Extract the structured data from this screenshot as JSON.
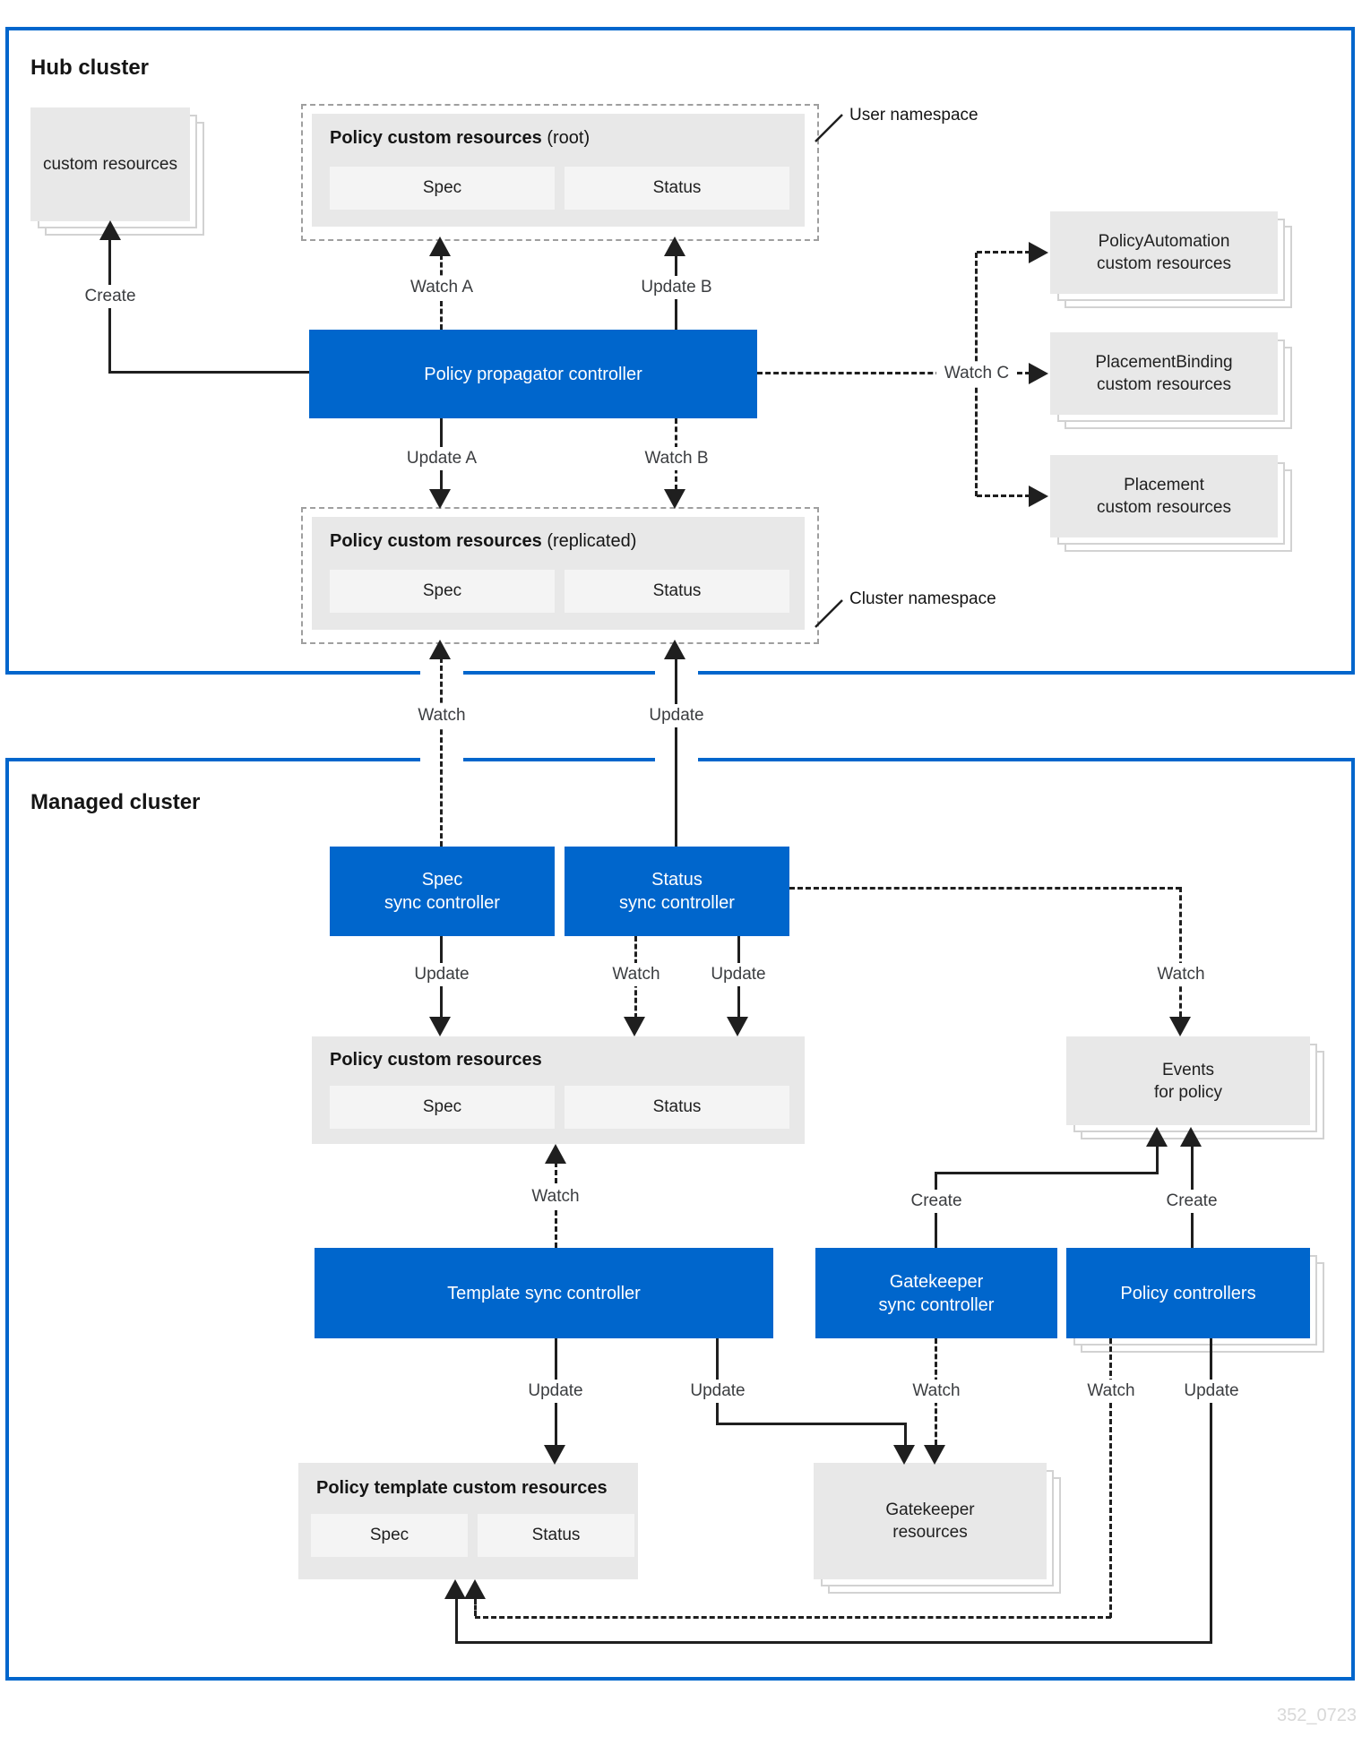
{
  "hub": {
    "title": "Hub cluster",
    "custom_resources": "custom resources",
    "user_namespace": "User namespace",
    "cluster_namespace": "Cluster namespace",
    "propagator": "Policy propagator controller",
    "root_box": {
      "title": "Policy custom resources",
      "suffix": " (root)",
      "spec": "Spec",
      "status": "Status"
    },
    "replicated_box": {
      "title": "Policy custom resources",
      "suffix": " (replicated)",
      "spec": "Spec",
      "status": "Status"
    },
    "arrows": {
      "create": "Create",
      "watch_a": "Watch A",
      "update_b": "Update B",
      "update_a": "Update A",
      "watch_b": "Watch B",
      "watch_c": "Watch C"
    },
    "automation_box": {
      "line1": "PolicyAutomation",
      "line2": "custom resources"
    },
    "binding_box": {
      "line1": "PlacementBinding",
      "line2": "custom resources"
    },
    "placement_box": {
      "line1": "Placement",
      "line2": "custom resources"
    }
  },
  "transfer": {
    "watch": "Watch",
    "update": "Update"
  },
  "managed": {
    "title": "Managed cluster",
    "spec_sync": {
      "line1": "Spec",
      "line2": "sync controller"
    },
    "status_sync": {
      "line1": "Status",
      "line2": "sync controller"
    },
    "policy_box": {
      "title": "Policy custom resources",
      "spec": "Spec",
      "status": "Status"
    },
    "template_box": {
      "title": "Policy template custom resources",
      "spec": "Spec",
      "status": "Status"
    },
    "template_sync": "Template sync controller",
    "gatekeeper_sync": {
      "line1": "Gatekeeper",
      "line2": "sync controller"
    },
    "policy_controllers": "Policy controllers",
    "events_box": {
      "line1": "Events",
      "line2": "for policy"
    },
    "gatekeeper_resources": {
      "line1": "Gatekeeper",
      "line2": "resources"
    },
    "arrows": {
      "spec_update": "Update",
      "status_watch": "Watch",
      "status_update": "Update",
      "events_watch": "Watch",
      "template_watch": "Watch",
      "gk_create": "Create",
      "pc_create": "Create",
      "template_update": "Update",
      "template_update2": "Update",
      "gk_watch": "Watch",
      "pc_watch": "Watch",
      "pc_update": "Update"
    }
  },
  "watermark": "352_0723"
}
